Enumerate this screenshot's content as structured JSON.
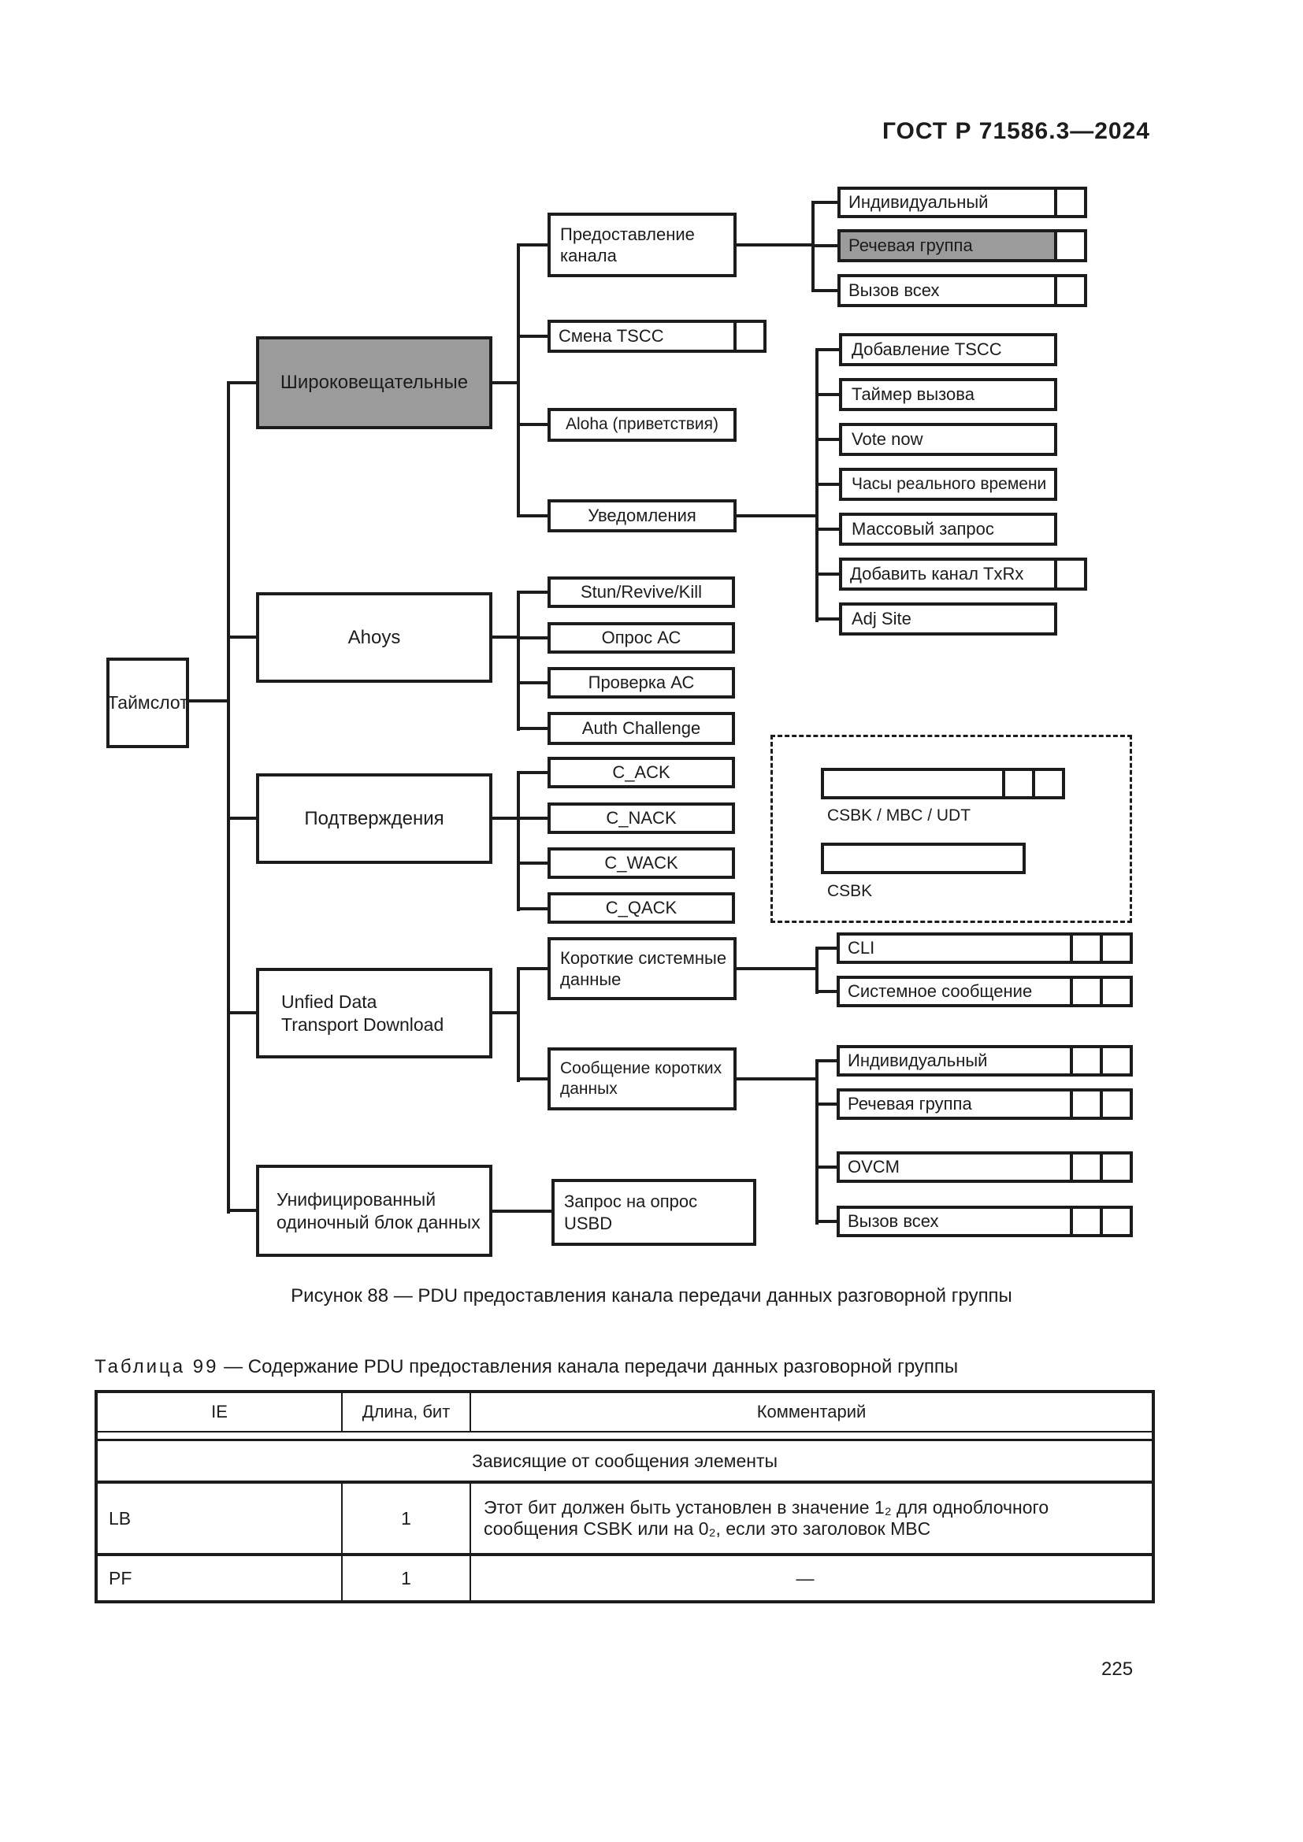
{
  "page": {
    "standard_ref": "ГОСТ Р 71586.3—2024",
    "page_number": "225"
  },
  "figure": {
    "caption": "Рисунок 88 — PDU предоставления канала передачи данных разговорной группы",
    "colors": {
      "highlight_gray": "#9b9b9b"
    },
    "nodes": {
      "timeslot": "Таймслот",
      "broadcast": "Широковещательные",
      "grant_l1": "Предоставление",
      "grant_l2": "канала",
      "tscc_change": "Смена TSCC",
      "aloha": "Aloha (приветствия)",
      "notifications": "Уведомления",
      "individual_top": "Индивидуальный",
      "voice_group_top": "Речевая группа",
      "all_call_top": "Вызов всех",
      "tscc_add": "Добавление TSCC",
      "call_timer": "Таймер вызова",
      "vote_now": "Vote now",
      "real_time_clock": "Часы реального времени",
      "mass_request": "Массовый запрос",
      "add_channel_txrx": "Добавить канал TxRx",
      "adj_site": "Adj Site",
      "ahoys": "Ahoys",
      "stun_revive_kill": "Stun/Revive/Kill",
      "poll_ac": "Опрос АС",
      "check_ac": "Проверка АС",
      "auth_challenge": "Auth Challenge",
      "confirmations": "Подтверждения",
      "c_ack": "C_ACK",
      "c_nack": "C_NACK",
      "c_wack": "C_WACK",
      "c_qack": "C_QACK",
      "legend_csbk_mbc_udt": "CSBK / MBC / UDT",
      "legend_csbk": "CSBK",
      "udtd_l1": "Unfied Data",
      "udtd_l2": "Transport Download",
      "short_system_l1": "Короткие системные",
      "short_system_l2": "данные",
      "short_message_l1": "Сообщение коротких",
      "short_message_l2": "данных",
      "cli": "CLI",
      "system_message": "Системное сообщение",
      "individual_bottom": "Индивидуальный",
      "voice_group_bottom": "Речевая группа",
      "ovcm": "OVCM",
      "all_call_bottom": "Вызов всех",
      "usdb_l1": "Унифицированный",
      "usdb_l2": "одиночный блок данных",
      "usbd_request_l1": "Запрос на опрос",
      "usbd_request_l2": "USBD"
    }
  },
  "table": {
    "title_label": "Таблица 99",
    "title_rest": " — Содержание PDU предоставления канала передачи данных разговорной группы",
    "columns": [
      "IE",
      "Длина, бит",
      "Комментарий"
    ],
    "section_header": "Зависящие от сообщения элементы",
    "rows": [
      {
        "ie": "LB",
        "length": "1",
        "comment": "Этот бит должен быть установлен в значение 1₂ для одноблочного сообщения CSBK или на 0₂, если это заголовок MBC"
      },
      {
        "ie": "PF",
        "length": "1",
        "comment": "—"
      }
    ]
  }
}
